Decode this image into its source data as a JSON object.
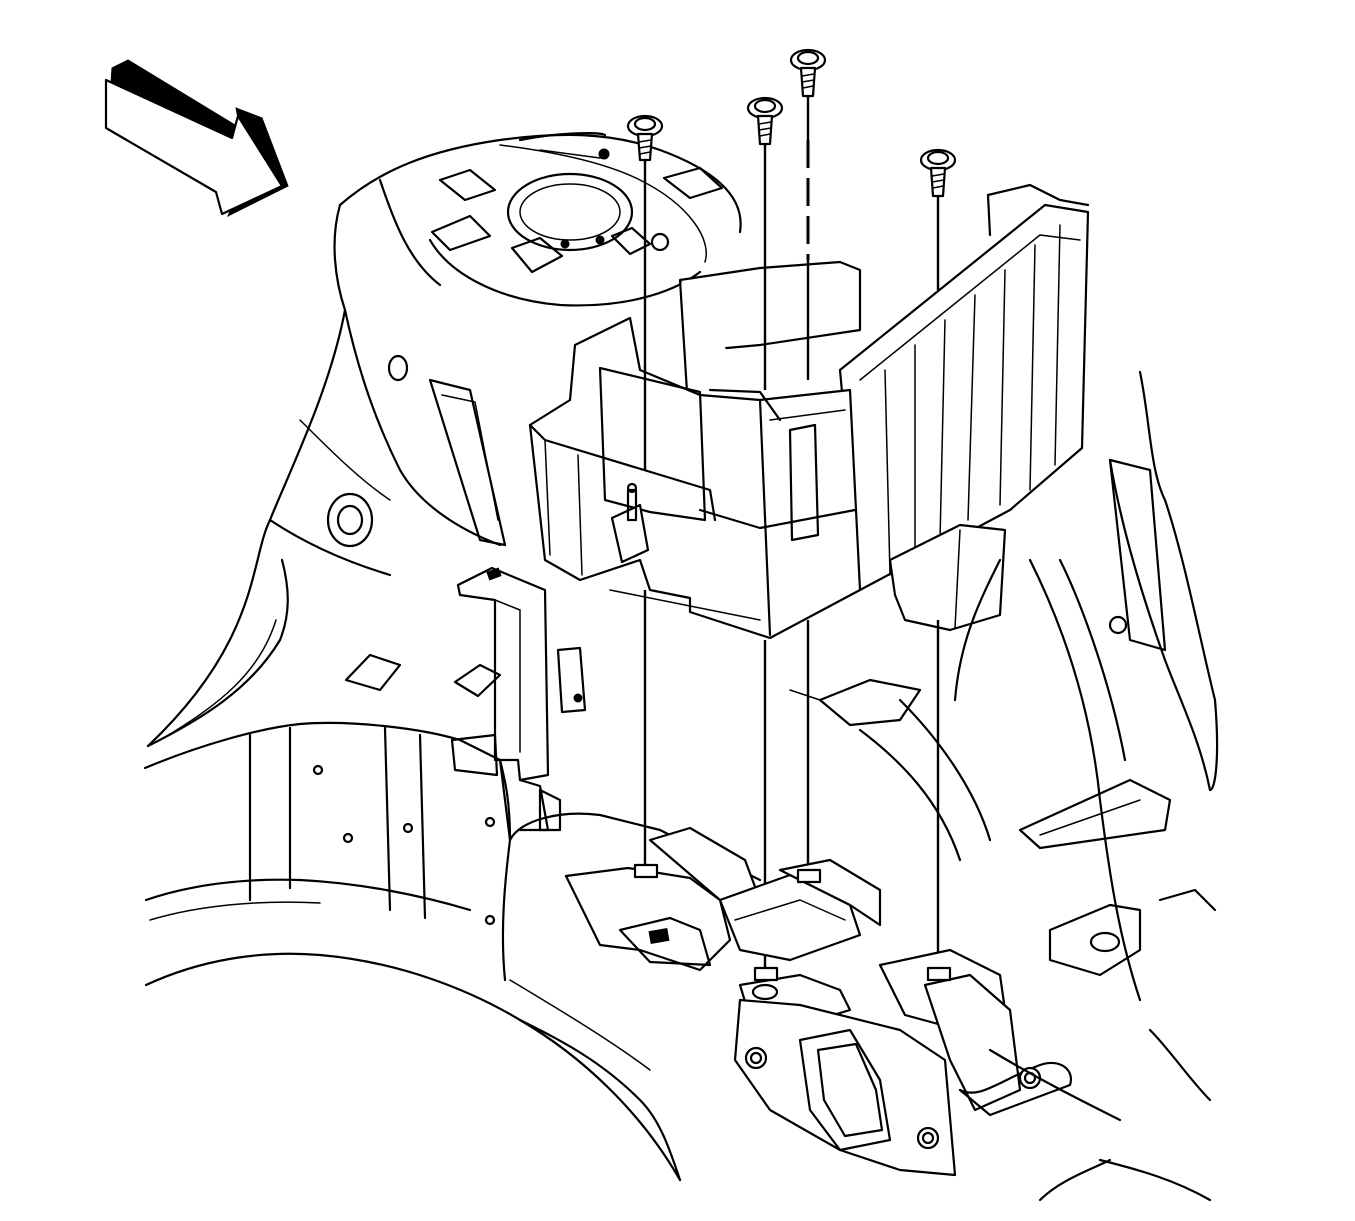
{
  "figure": {
    "kind": "exploded-view",
    "style": "black-line-art",
    "background": "#ffffff",
    "line_color": "#000000",
    "components": [
      "direction-arrow",
      "battery-tray",
      "fastener-bolt",
      "vehicle-body-structure"
    ],
    "fastener_count": 4
  }
}
